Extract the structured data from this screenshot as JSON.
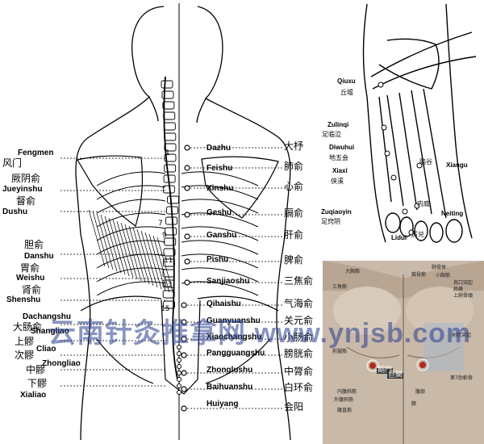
{
  "back_points_right": [
    {
      "en": "Dazhu",
      "zh": "大杼"
    },
    {
      "en": "Feishu",
      "zh": "肺俞"
    },
    {
      "en": "Xinshu",
      "zh": "心俞"
    },
    {
      "en": "Geshu",
      "zh": "膈俞"
    },
    {
      "en": "Ganshu",
      "zh": "肝俞"
    },
    {
      "en": "Pishu",
      "zh": "脾俞"
    },
    {
      "en": "Sanjiaoshu",
      "zh": "三焦俞"
    },
    {
      "en": "Qihaishu",
      "zh": "气海俞"
    },
    {
      "en": "Guanyuanshu",
      "zh": "关元俞"
    },
    {
      "en": "Xiaochangshu",
      "zh": "小肠俞"
    },
    {
      "en": "Pangguangshu",
      "zh": "膀胱俞"
    },
    {
      "en": "Zhonglushu",
      "zh": "中膂俞"
    },
    {
      "en": "Baihuanshu",
      "zh": "白环俞"
    },
    {
      "en": "Huiyang",
      "zh": "会阳"
    }
  ],
  "back_points_left": [
    {
      "en": "Fengmen",
      "zh": "风门"
    },
    {
      "en": "Jueyinshu",
      "zh": "厥阴俞"
    },
    {
      "en": "Dushu",
      "zh": "督俞"
    },
    {
      "en": "Danshu",
      "zh": "胆俞"
    },
    {
      "en": "Weishu",
      "zh": "胃俞"
    },
    {
      "en": "Shenshu",
      "zh": "肾俞"
    },
    {
      "en": "Dachangshu",
      "zh": "大肠俞"
    },
    {
      "en": "Shangliao",
      "zh": "上髎"
    },
    {
      "en": "Cliao",
      "zh": "次髎"
    },
    {
      "en": "Zhongliao",
      "zh": "中髎"
    },
    {
      "en": "Xialiao",
      "zh": "下髎"
    }
  ],
  "vertebra_numbers": [
    "1",
    "7",
    "9",
    "11",
    "13",
    "15"
  ],
  "foot_points": [
    {
      "en": "Qiuxu",
      "zh": "丘墟"
    },
    {
      "en": "Zulinqi",
      "zh": "足临泣"
    },
    {
      "en": "Diwuhui",
      "zh": "地五会"
    },
    {
      "en": "Xiaxi",
      "zh": "侠溪"
    },
    {
      "en": "Zuqiaoyin",
      "zh": "足窍阴"
    },
    {
      "en": "Xiangu",
      "zh": "陷谷"
    },
    {
      "en": "Neiting",
      "zh": "内庭"
    },
    {
      "en": "Lidui",
      "zh": "厉兑"
    }
  ],
  "chest_labels": [
    "大胸筋",
    "三角筋",
    "鎖骨筋",
    "腕骨体",
    "小胸筋",
    "烏口突起",
    "肩峰",
    "上腕骨頭",
    "前鋸筋",
    "剣状突起",
    "期門",
    "巨闕",
    "第7肋軟骨",
    "内腹斜筋",
    "外腹斜筋",
    "腹直筋",
    "腹部",
    "臍"
  ],
  "watermark": "云南针灸推拿网 www.ynjsb.com",
  "colors": {
    "ink": "#000000",
    "watermark": "#2c3e8c",
    "chest_bg": "#c9b9a8",
    "accent": "#b0281e"
  }
}
